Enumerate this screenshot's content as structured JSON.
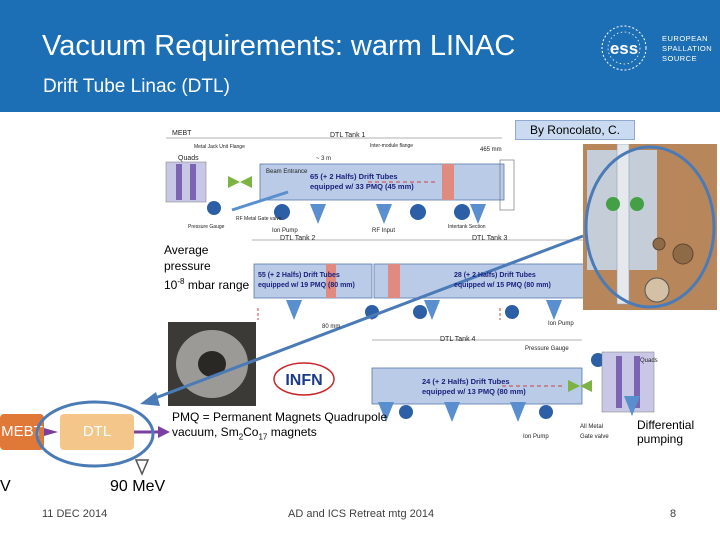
{
  "slide": {
    "title": "Vacuum Requirements: warm LINAC",
    "subtitle": "Drift Tube Linac (DTL)"
  },
  "logo": {
    "line1": "EUROPEAN",
    "line2": "SPALLATION",
    "line3": "SOURCE",
    "mark": "ess"
  },
  "credit": "By Roncolato, C.",
  "pressure": {
    "line1": "Average",
    "line2": "pressure",
    "line3": "10",
    "line3_sup": "-8",
    "line3_tail": " mbar range"
  },
  "pmq": {
    "line1": "PMQ = Permanent Magnets Quadrupole",
    "line2": "vacuum, Sm",
    "sub1": "2",
    "mid": "Co",
    "sub2": "17",
    "tail": " magnets"
  },
  "diff_pumping": {
    "line1": "Differential",
    "line2": "pumping"
  },
  "beamline": {
    "mebt": "MEBT",
    "dtl": "DTL",
    "energy": "90 MeV",
    "left_v": "V"
  },
  "infn": "INFN",
  "tanks": {
    "tank1": {
      "label": "DTL Tank 1",
      "desc1": "65 (+ 2 Halfs) Drift Tubes",
      "desc2": "equipped w/ 33 PMQ (45 mm)"
    },
    "tank2": {
      "label": "DTL Tank 2",
      "desc1": "55 (+ 2 Halfs) Drift Tubes",
      "desc2": "equipped w/ 19 PMQ (80 mm)"
    },
    "tank3": {
      "label": "DTL Tank 3",
      "desc1": "28 (+ 2 Halfs) Drift Tubes",
      "desc2": "equipped w/ 15 PMQ (80 mm)"
    },
    "tank4": {
      "label": "DTL Tank 4",
      "desc1": "24 (+ 2 Halfs) Drift Tubes",
      "desc2": "equipped w/ 13 PMQ (80 mm)"
    }
  },
  "small_labels": {
    "mebt": "MEBT",
    "flange": "Metal Jack Unit Flange",
    "quads": "Quads",
    "beam_entrance": "Beam Entrance",
    "inter_module": "Inter-module flange",
    "dim_3m": "~ 3 m",
    "dim_465": "465 mm",
    "ion_pump": "Ion Pump",
    "rf_input": "RF Input",
    "intertank": "Intertank Section",
    "rf_metal_gate": "RF Metal Gate valve",
    "pressure_gauge": "Pressure Gauge",
    "dim_80": "80 mm",
    "ion_pump2": "Ion Pump",
    "pressure_gauge2": "Pressure Gauge",
    "quads2": "Quads",
    "ion_pump3": "Ion Pump",
    "all_metal": "All Metal",
    "gate_valve": "Gate valve"
  },
  "footer": {
    "date": "11 DEC 2014",
    "event": "AD and ICS Retreat mtg 2014",
    "page": "8"
  },
  "colors": {
    "header": "#1d6fb5",
    "tank": "#b9cbe6",
    "arrow": "#4a7bb7",
    "pump": "#2c5fa6",
    "quad": "#7b64b0"
  }
}
